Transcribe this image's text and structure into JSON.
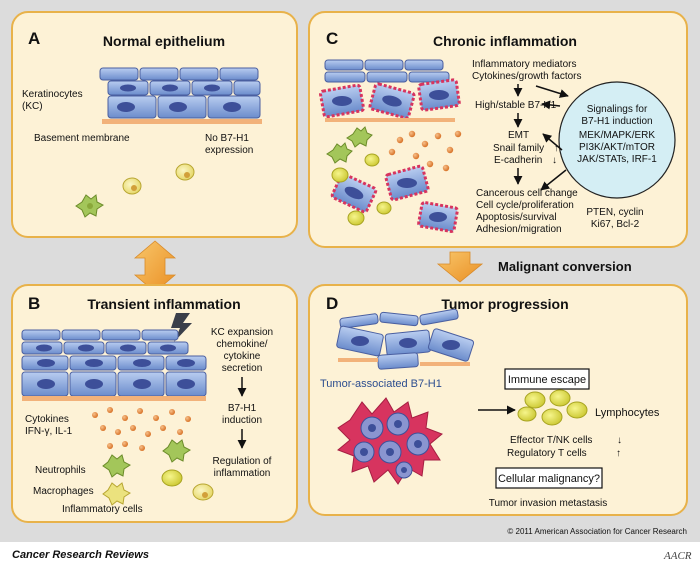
{
  "colors": {
    "page_bg": "#dcdcdc",
    "panel_bg": "#fdf2d6",
    "panel_border": "#e8b24a",
    "cell_fill": "#7f9fd8",
    "cell_stroke": "#4a5fa0",
    "nucleus": "#3d4f99",
    "membrane": "#f2b27a",
    "tumor_spike": "#d7345f",
    "dot": "#e2803a",
    "neutrophil": "#a3c65a",
    "lymphocyte": "#d7d83a",
    "macrophage": "#ebe27e",
    "circle_fill": "#d4eef4",
    "arrow_orange": "#f0a23a",
    "text_blue": "#2c4d8f"
  },
  "panels": {
    "a": {
      "letter": "A",
      "title": "Normal epithelium",
      "kc_label_1": "Keratinocytes",
      "kc_label_2": "(KC)",
      "basement": "Basement membrane",
      "no_b7_1": "No B7-H1",
      "no_b7_2": "expression"
    },
    "b": {
      "letter": "B",
      "title": "Transient inflammation",
      "kc_exp": [
        "KC expansion",
        "chemokine/",
        "cytokine",
        "secretion"
      ],
      "b7_induction": [
        "B7-H1",
        "induction"
      ],
      "regulation": [
        "Regulation of",
        "inflammation"
      ],
      "cytokines": [
        "Cytokines",
        "IFN-γ, IL-1"
      ],
      "neutrophils": "Neutrophils",
      "macrophages": "Macrophages",
      "inflammatory_cells": "Inflammatory cells"
    },
    "c": {
      "letter": "C",
      "title": "Chronic inflammation",
      "mediators": [
        "Inflammatory mediators",
        "Cytokines/growth factors"
      ],
      "high_stable": "High/stable B7-H1",
      "emt": "EMT",
      "snail": "Snail family",
      "ecad": "E-cadherin",
      "cancerous": [
        "Cancerous cell change",
        "Cell cycle/proliferation",
        "Apoptosis/survival",
        "Adhesion/migration"
      ],
      "signaling": [
        "Signalings for",
        "B7-H1 induction",
        "MEK/MAPK/ERK",
        "PI3K/AKT/mTOR",
        "JAK/STATs, IRF-1"
      ],
      "pten": [
        "PTEN, cyclin",
        "Ki67, Bcl-2"
      ]
    },
    "d": {
      "letter": "D",
      "title": "Tumor progression",
      "tumor_assoc": "Tumor-associated B7-H1",
      "immune_escape": "Immune escape",
      "lymphocytes": "Lymphocytes",
      "effector": "Effector T/NK cells",
      "regulatory": "Regulatory T cells",
      "malignancy": "Cellular malignancy?",
      "invasion": "Tumor invasion metastasis"
    }
  },
  "malignant_conversion": "Malignant conversion",
  "copyright": "© 2011 American Association for Cancer Research",
  "journal": "Cancer Research Reviews",
  "logo_text": "AACR"
}
